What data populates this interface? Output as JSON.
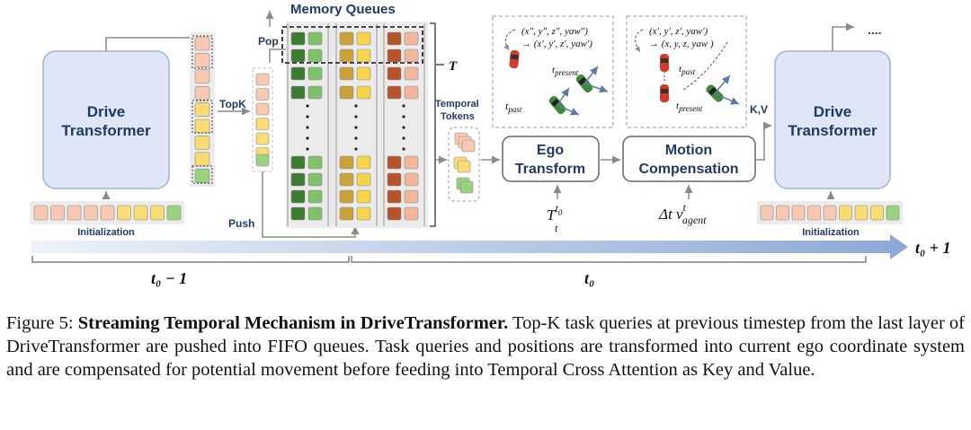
{
  "figure": {
    "memory_queues_title": "Memory Queues",
    "pop_label": "Pop",
    "push_label": "Push",
    "topk_label": "TopK",
    "T_label": "T",
    "temporal_tokens_line1": "Temporal",
    "temporal_tokens_line2": "Tokens",
    "ego_line1": "Ego",
    "ego_line2": "Transform",
    "motion_line1": "Motion",
    "motion_line2": "Compensation",
    "kv_label": "K,V",
    "ellipsis": "....",
    "drive_left_line1": "Drive",
    "drive_left_line2": "Transformer",
    "drive_right_line1": "Drive",
    "drive_right_line2": "Transformer",
    "init_left": "Initialization",
    "init_right": "Initialization",
    "t0_minus_1": "t₀ − 1",
    "t0": "t₀",
    "t0_plus_1": "t₀ + 1",
    "ego_input": "T_t^{t₀}",
    "motion_input": "Δt  v_agent^t",
    "inset1_line1": "(x″, y″, z″, yaw″)",
    "inset1_line2": "→ (x′, y′, z′, yaw′)",
    "inset1_present": "t_present",
    "inset1_past": "t_past",
    "inset2_line1": "(x′, y′, z′, yaw′)",
    "inset2_line2": "→ (x, y, z, yaw )",
    "inset2_past": "t_past",
    "inset2_present": "t_present"
  },
  "caption": {
    "prefix": "Figure 5: ",
    "title": "Streaming Temporal Mechanism in DriveTransformer.",
    "body": " Top-K task queries at previous timestep from the last layer of DriveTransformer are pushed into FIFO queues. Task queries and positions are transformed into current ego coordinate system and are compensated for potential movement before feeding into Temporal Cross Attention as Key and Value."
  },
  "colors": {
    "transformer_fill": "#dfe6f7",
    "transformer_border": "#9fb2d9",
    "title_text": "#1f3a66",
    "token_peach": "#f7c9b3",
    "token_yellow": "#f9dc73",
    "token_green": "#9bd27f",
    "queue_dark_green": "#3d7d32",
    "queue_green": "#7fc06a",
    "queue_olive": "#c9a23c",
    "queue_yellow": "#f6d44b",
    "queue_rust": "#b8542a",
    "queue_peach": "#f2b79a",
    "car_red": "#d33a2c",
    "car_green": "#3e8a35"
  }
}
